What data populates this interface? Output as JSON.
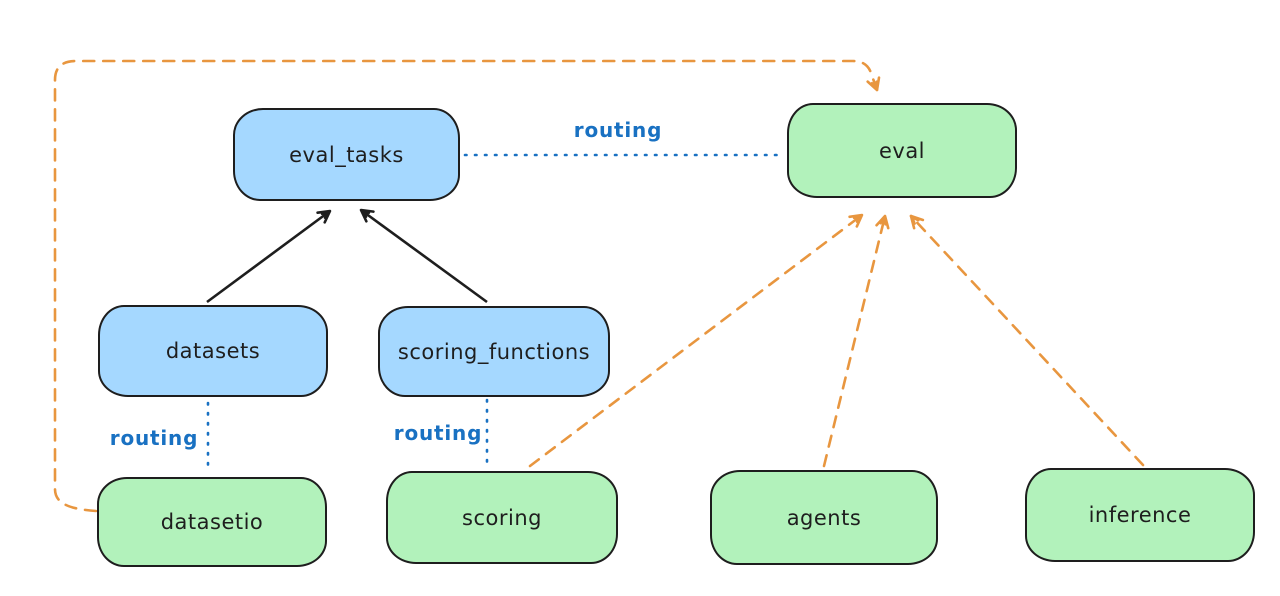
{
  "colors": {
    "background": "#ffffff",
    "ink": "#1e1e1e",
    "blue_fill": "#a5d8ff",
    "green_fill": "#b2f2bb",
    "blue_stroke": "#1971c2",
    "orange_stroke": "#e8963f"
  },
  "nodes": {
    "eval_tasks": {
      "label": "eval_tasks",
      "kind": "blue"
    },
    "eval": {
      "label": "eval",
      "kind": "green"
    },
    "datasets": {
      "label": "datasets",
      "kind": "blue"
    },
    "scoring_functions": {
      "label": "scoring_functions",
      "kind": "blue"
    },
    "datasetio": {
      "label": "datasetio",
      "kind": "green"
    },
    "scoring": {
      "label": "scoring",
      "kind": "green"
    },
    "agents": {
      "label": "agents",
      "kind": "green"
    },
    "inference": {
      "label": "inference",
      "kind": "green"
    }
  },
  "edge_labels": {
    "eval_tasks_to_eval": "routing",
    "datasets_to_datasetio": "routing",
    "scoring_functions_to_scoring": "routing"
  },
  "edges": [
    {
      "from": "datasets",
      "to": "eval_tasks",
      "style": "solid-black-arrow"
    },
    {
      "from": "scoring_functions",
      "to": "eval_tasks",
      "style": "solid-black-arrow"
    },
    {
      "from": "eval_tasks",
      "to": "eval",
      "style": "dotted-blue",
      "label": "routing"
    },
    {
      "from": "datasets",
      "to": "datasetio",
      "style": "dotted-blue",
      "label": "routing"
    },
    {
      "from": "scoring_functions",
      "to": "scoring",
      "style": "dotted-blue",
      "label": "routing"
    },
    {
      "from": "datasetio",
      "to": "eval",
      "style": "dashed-orange-arrow"
    },
    {
      "from": "scoring",
      "to": "eval",
      "style": "dashed-orange-arrow"
    },
    {
      "from": "agents",
      "to": "eval",
      "style": "dashed-orange-arrow"
    },
    {
      "from": "inference",
      "to": "eval",
      "style": "dashed-orange-arrow"
    }
  ]
}
